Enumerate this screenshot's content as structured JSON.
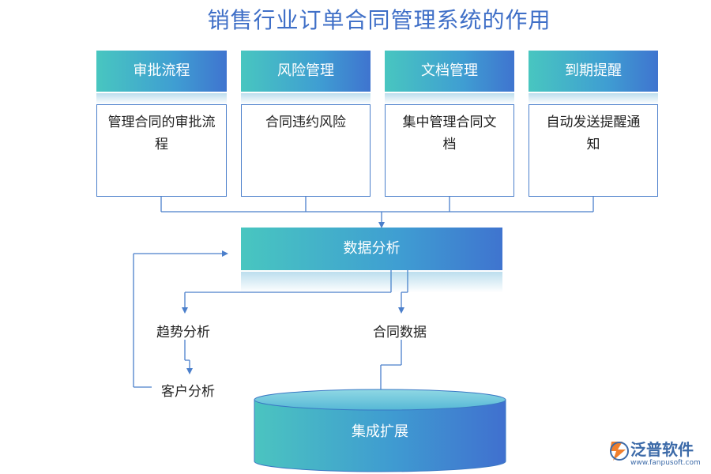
{
  "title": "销售行业订单合同管理系统的作用",
  "modules": [
    {
      "header": "审批流程",
      "desc": "管理合同的审批流程"
    },
    {
      "header": "风险管理",
      "desc": "合同违约风险"
    },
    {
      "header": "文档管理",
      "desc": "集中管理合同文档"
    },
    {
      "header": "到期提醒",
      "desc": "自动发送提醒通知"
    }
  ],
  "analysis": {
    "header": "数据分析",
    "trend": "趋势分析",
    "customer": "客户分析",
    "contract_data": "合同数据"
  },
  "storage": "集成扩展",
  "logo": {
    "name": "泛普软件",
    "url": "www.fanpusoft.com"
  },
  "colors": {
    "title": "#3f6fc7",
    "header_gradient_start": "#48c6c0",
    "header_gradient_end": "#3f74cf",
    "line": "#4b7fcb"
  }
}
